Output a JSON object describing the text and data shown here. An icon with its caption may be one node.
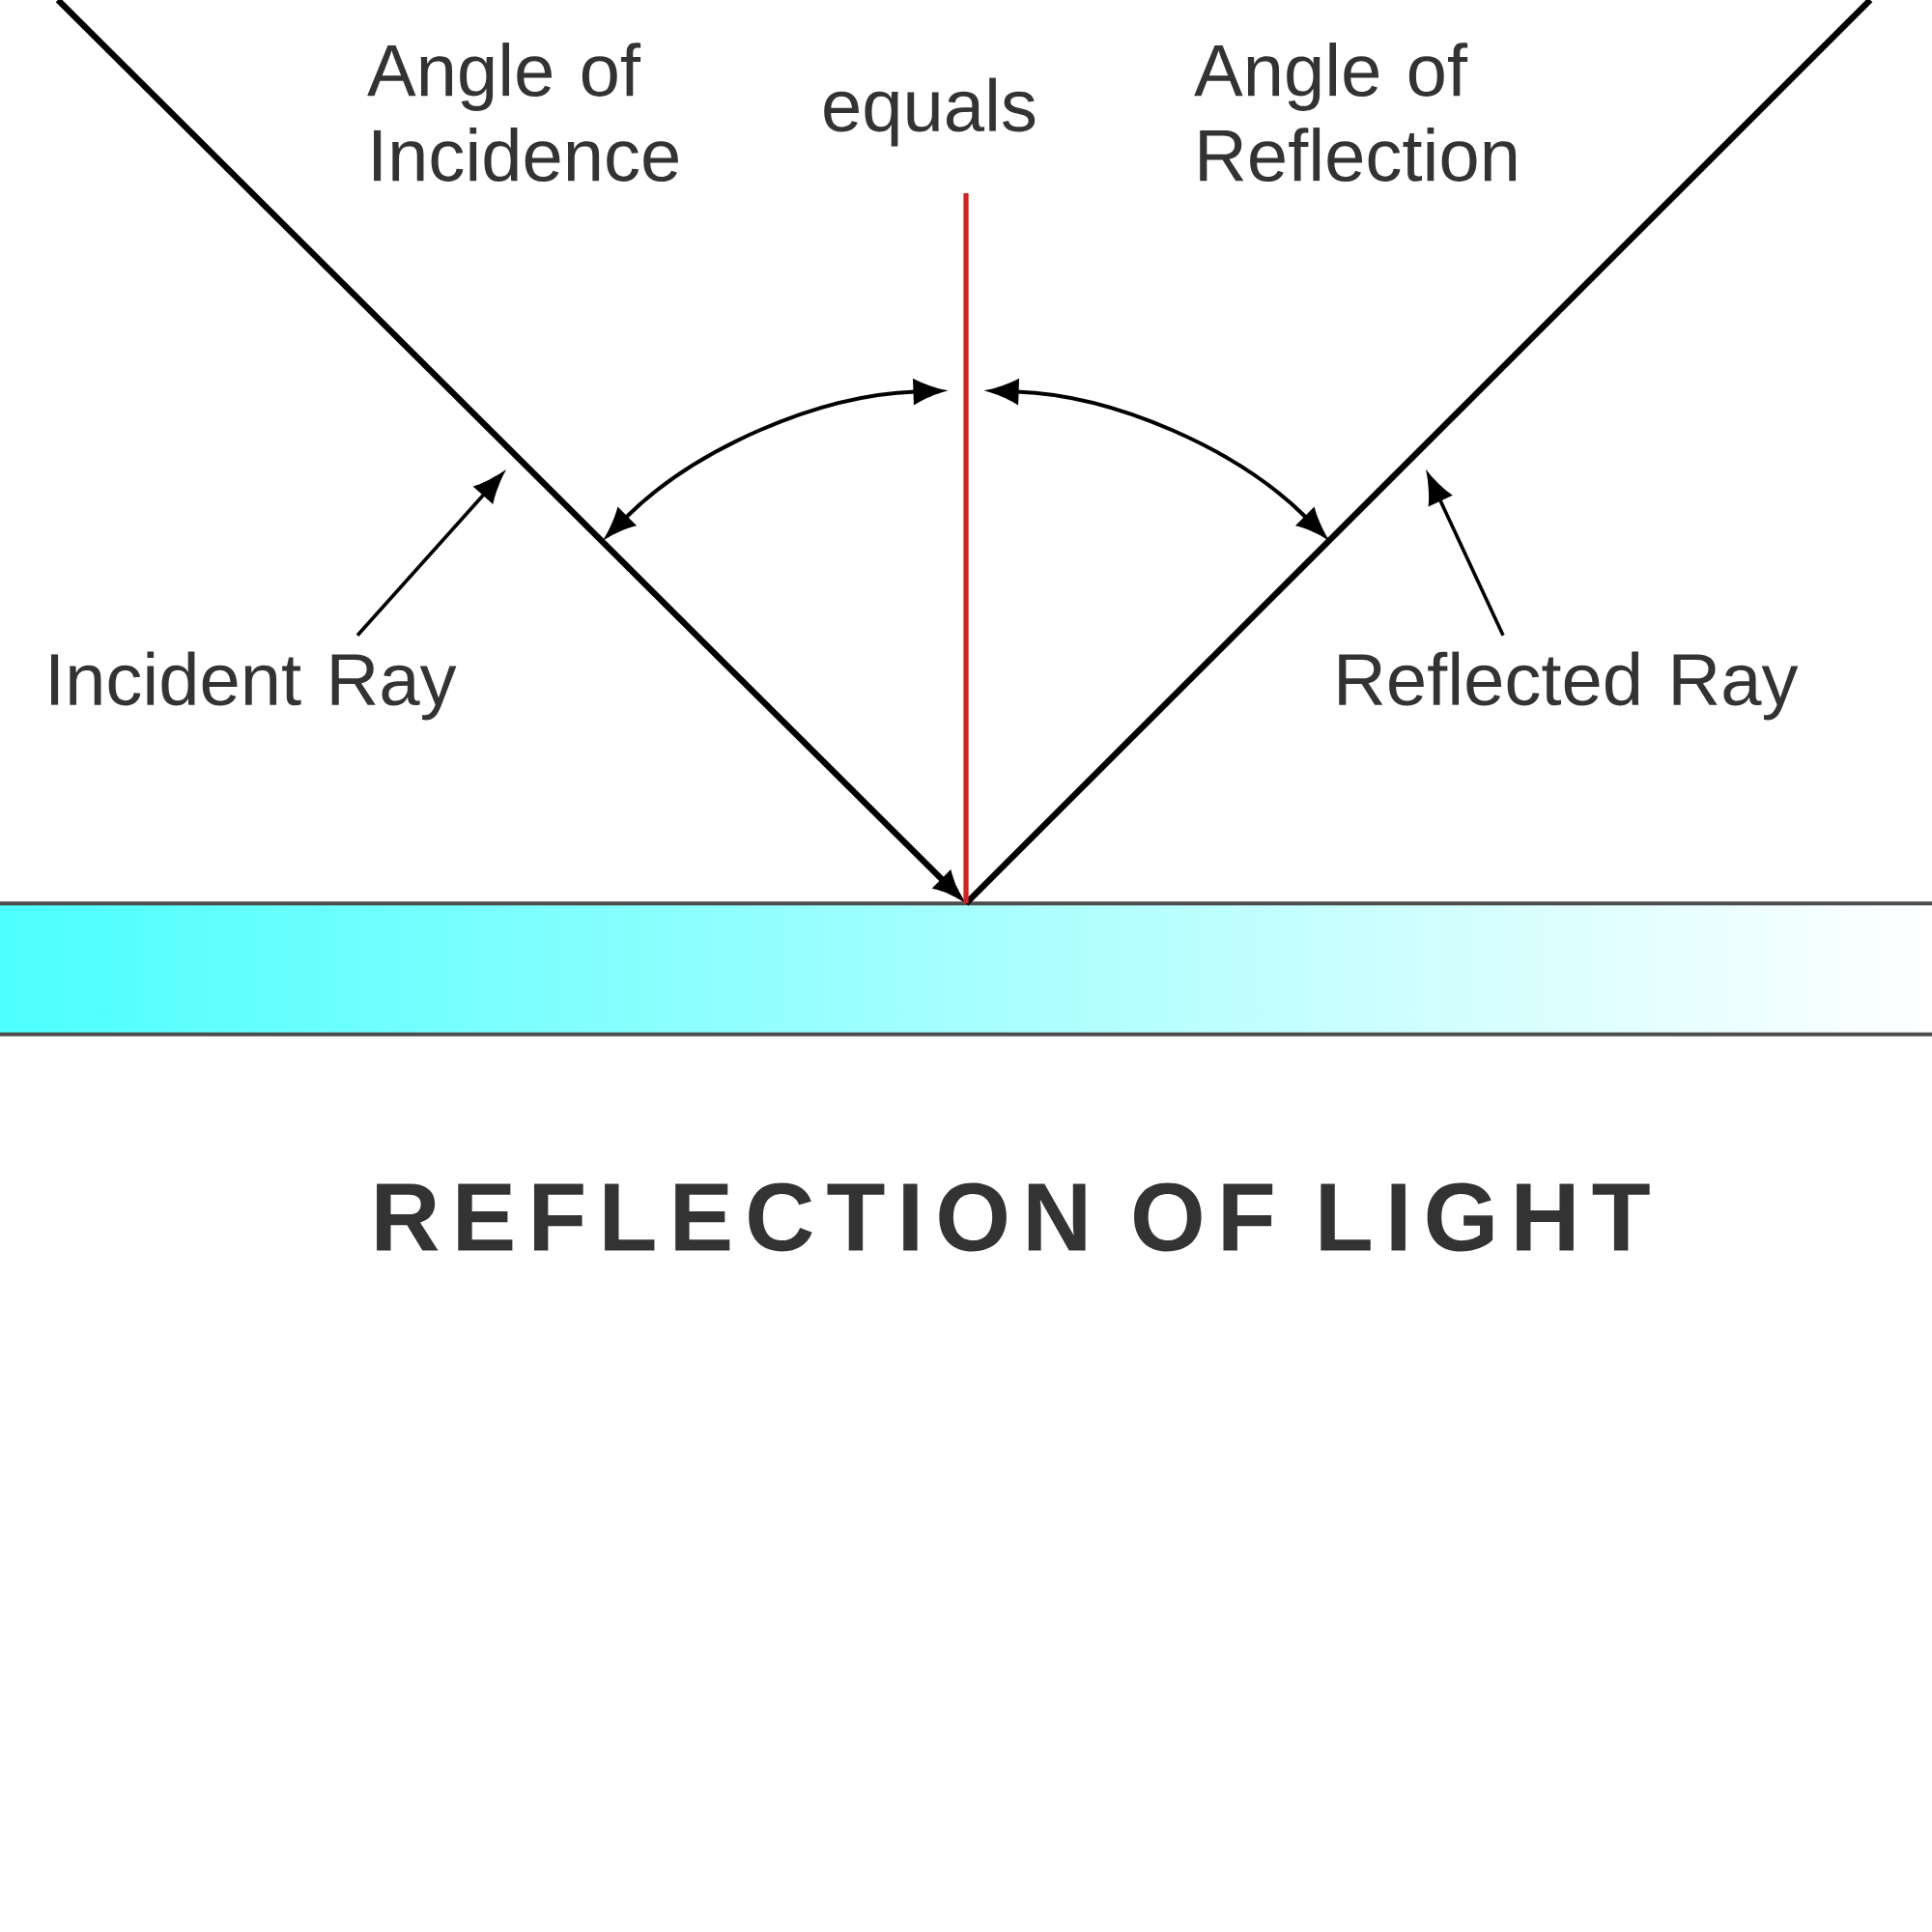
{
  "diagram": {
    "title": "REFLECTION OF LIGHT",
    "nodes": [
      {
        "text": [
          "Angle of Incidence"
        ]
      },
      {
        "text": [
          "equals"
        ]
      },
      {
        "text": [
          "Angle of Reflection"
        ]
      },
      {
        "text": [
          "Incident Ray"
        ]
      },
      {
        "text": [
          "Reflected Ray"
        ]
      },
      {
        "text": [],
        "shape": "bar"
      }
    ],
    "edges": [
      {
        "from": null,
        "to": 5,
        "arrow": "to"
      },
      {
        "from": 5,
        "to": null,
        "arrow": "none"
      },
      {
        "from": null,
        "to": 5,
        "arrow": "none",
        "color": "#d42020"
      },
      {
        "from": 3,
        "to": null,
        "arrow": "to"
      },
      {
        "from": 4,
        "to": null,
        "arrow": "to"
      }
    ]
  }
}
